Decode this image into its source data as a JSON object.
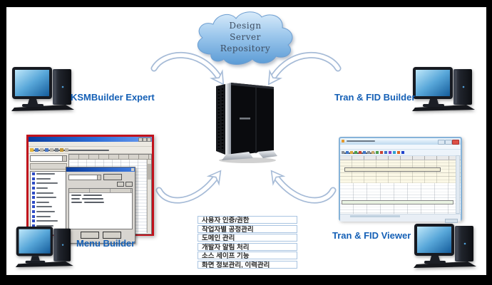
{
  "cloud": {
    "line1": "Design",
    "line2": "Server",
    "line3": "Repository"
  },
  "labels": {
    "top_left": "KSMBuilder Expert",
    "top_right": "Tran & FID Builder",
    "bottom_left": "Menu Builder",
    "bottom_right": "Tran & FID Viewer"
  },
  "features": [
    "사용자 인증/권한",
    "작업자별 공정관리",
    "도메인 관리",
    "개발자 알림 처리",
    "소스 세이프 기능",
    "화면 정보관리, 이력관리"
  ],
  "colors": {
    "frame": "#000000",
    "label_blue": "#1560b6",
    "cloud_top": "#d6e9f9",
    "cloud_bottom": "#5b9bd5",
    "arrow_stroke": "#a6bbd7",
    "menu_window_border": "#c1121c",
    "viewer_window_border": "#86b3d9",
    "feature_box_border": "#a9c4e1"
  }
}
